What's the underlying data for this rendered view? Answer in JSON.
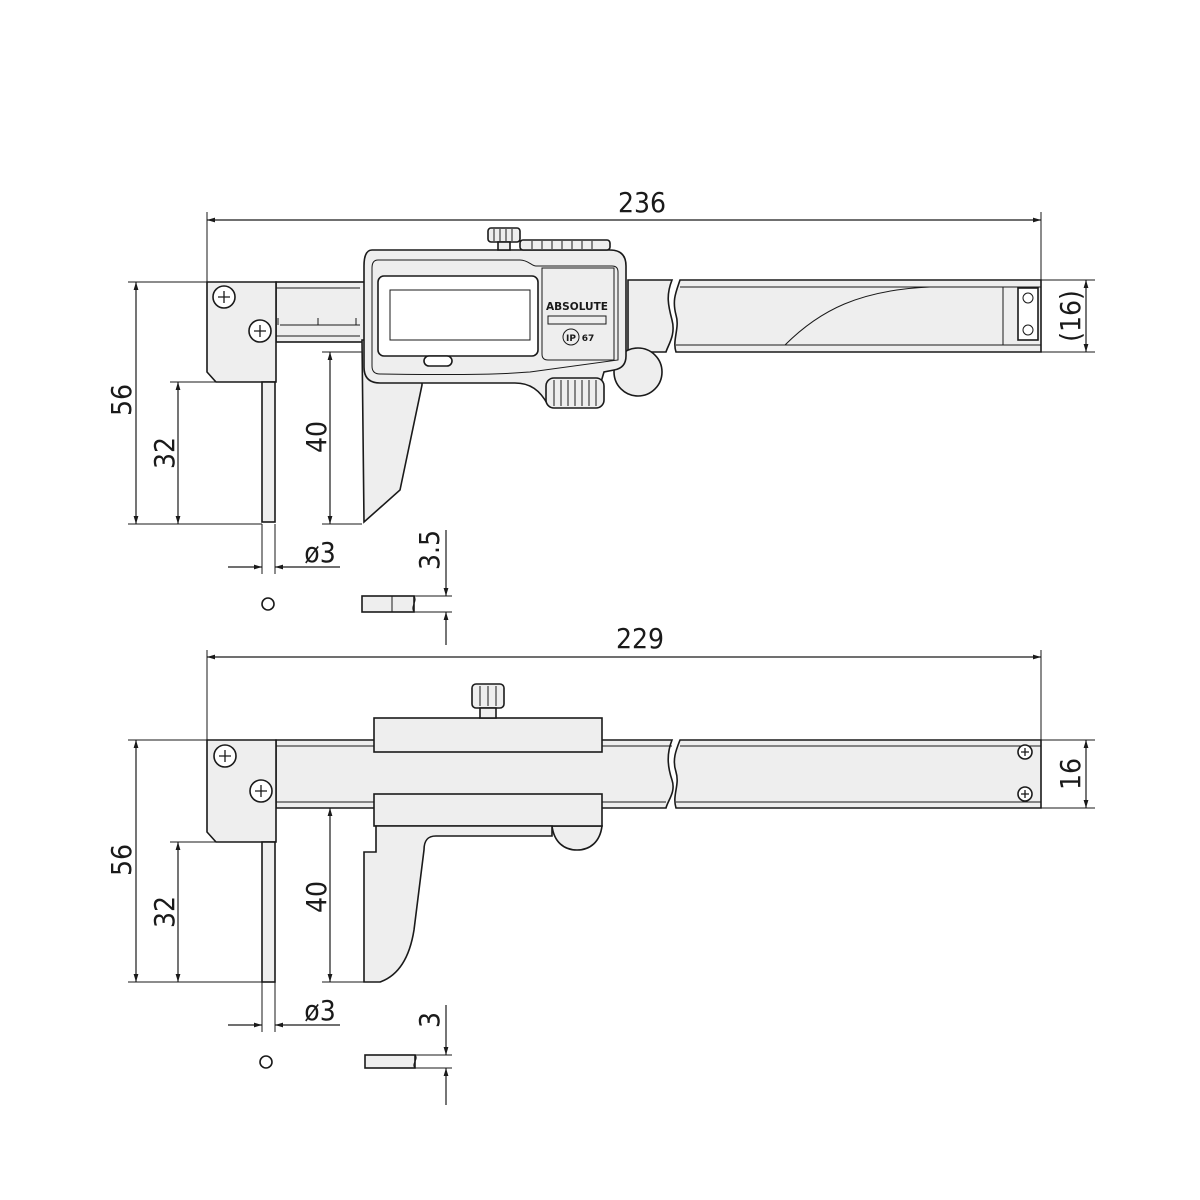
{
  "top_view": {
    "overall_length": "236",
    "height_total": "56",
    "height_jaw": "32",
    "height_slider_jaw": "40",
    "tip_diameter": "ø3",
    "beam_thickness": "(16)",
    "tip_thickness": "3.5",
    "brand_text": "ABSOLUTE",
    "ip_text": "IP",
    "ip_rating": "67"
  },
  "bottom_view": {
    "overall_length": "229",
    "height_total": "56",
    "height_jaw": "32",
    "height_slider_jaw": "40",
    "tip_diameter": "ø3",
    "beam_thickness": "16",
    "tip_thickness": "3"
  },
  "colors": {
    "line": "#1a1a1a",
    "part_fill": "#eeeeee",
    "background": "#ffffff"
  }
}
